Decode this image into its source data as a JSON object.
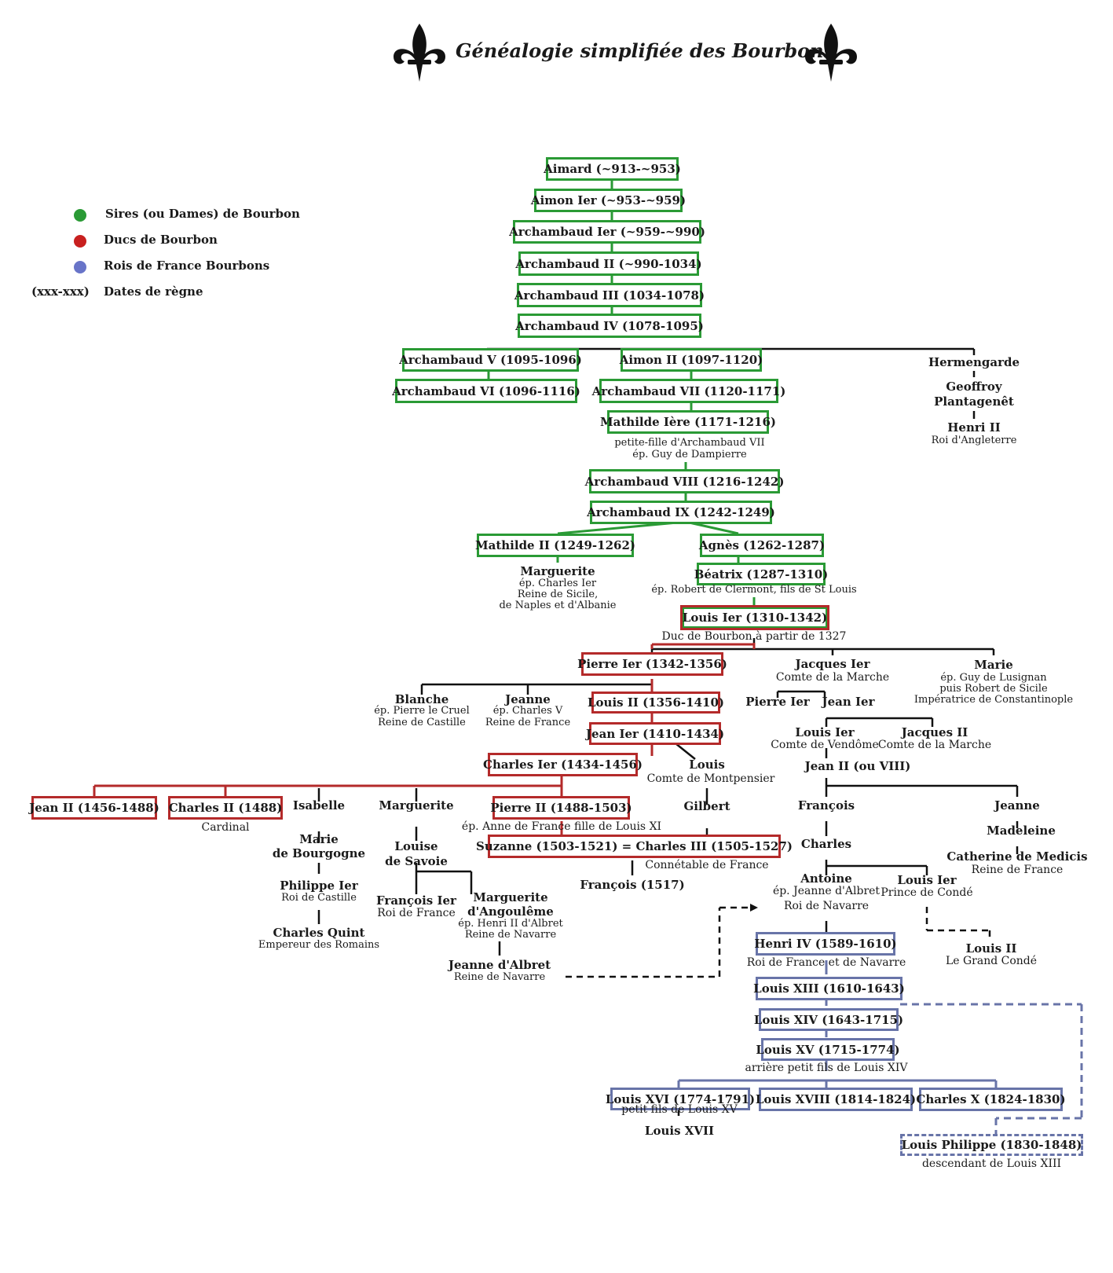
{
  "title": "Généalogie simplifiée des Bourbons",
  "colors": {
    "sires": "#2a9a35",
    "ducs": "#b42a2a",
    "rois": "#6874a8",
    "line": "#111111"
  },
  "legend": {
    "sires": "Sires (ou Dames) de Bourbon",
    "ducs": "Ducs de Bourbon",
    "rois": "Rois de France Bourbons",
    "dates_symbol": "(xxx-xxx)",
    "dates": "Dates de règne"
  },
  "sires": {
    "aimard": "Aimard (~913-~953)",
    "aimon1": "Aimon Ier (~953-~959)",
    "arch1": "Archambaud Ier (~959-~990)",
    "arch2": "Archambaud II (~990-1034)",
    "arch3": "Archambaud III (1034-1078)",
    "arch4": "Archambaud IV (1078-1095)",
    "arch5": "Archambaud V (1095-1096)",
    "aimon2": "Aimon II (1097-1120)",
    "arch6": "Archambaud VI (1096-1116)",
    "arch7": "Archambaud VII (1120-1171)",
    "mathilde1": "Mathilde Ière (1171-1216)",
    "mathilde1_note1": "petite-fille d'Archambaud VII",
    "mathilde1_note2": "ép. Guy de Dampierre",
    "arch8": "Archambaud VIII (1216-1242)",
    "arch9": "Archambaud IX (1242-1249)",
    "mathilde2": "Mathilde II (1249-1262)",
    "agnes": "Agnès (1262-1287)",
    "beatrix": "Béatrix (1287-1310)",
    "beatrix_note": "ép. Robert de Clermont, fils de St Louis"
  },
  "side": {
    "hermengarde": "Hermengarde",
    "geoffroy1": "Geoffroy",
    "geoffroy2": "Plantagenêt",
    "henri2": "Henri II",
    "henri2_note": "Roi d'Angleterre",
    "marguerite": "Marguerite",
    "marguerite_n1": "ép. Charles Ier",
    "marguerite_n2": "Reine de Sicile,",
    "marguerite_n3": "de Naples et d'Albanie"
  },
  "ducs": {
    "louis1": "Louis Ier (1310-1342)",
    "louis1_note": "Duc de Bourbon à partir de 1327",
    "pierre1": "Pierre Ier (1342-1356)",
    "louis2": "Louis II (1356-1410)",
    "jean1": "Jean Ier (1410-1434)",
    "charles1": "Charles Ier (1434-1456)",
    "jean2": "Jean II (1456-1488)",
    "charles2": "Charles II (1488)",
    "charles2_note": "Cardinal",
    "pierre2": "Pierre II (1488-1503)",
    "pierre2_note": "ép. Anne de France fille de Louis XI",
    "suzanne": "Suzanne (1503-1521) =  Charles III (1505-1527)",
    "connetable": "Connétable de France",
    "francois1517": "François (1517)"
  },
  "others": {
    "blanche": "Blanche",
    "blanche_n1": "ép. Pierre le Cruel",
    "blanche_n2": "Reine de Castille",
    "jeanne": "Jeanne",
    "jeanne_n1": "ép. Charles V",
    "jeanne_n2": "Reine de France",
    "jacques1": "Jacques Ier",
    "jacques1_note": "Comte de la Marche",
    "marie": "Marie",
    "marie_n1": "ép. Guy de Lusignan",
    "marie_n2": "puis Robert de Sicile",
    "marie_n3": "Impératrice de Constantinople",
    "pierre1b": "Pierre Ier",
    "jean1b": "Jean Ier",
    "louis1b": "Louis Ier",
    "louis1b_note": "Comte de Vendôme",
    "jacques2": "Jacques II",
    "jacques2_note": "Comte de la Marche",
    "jean2b": "Jean II (ou VIII)",
    "francois": "François",
    "jeanne2": "Jeanne",
    "charles": "Charles",
    "madeleine": "Madeleine",
    "catherine": "Catherine de Medicis",
    "catherine_note": "Reine de France",
    "antoine": "Antoine",
    "antoine_n1": "ép. Jeanne d'Albret",
    "antoine_n2": "Roi de Navarre",
    "louis1c": "Louis Ier",
    "louis1c_note": "Prince de Condé",
    "louis2c": "Louis II",
    "louis2c_note": "Le Grand Condé",
    "louis_montp": "Louis",
    "louis_montp_note": "Comte de Montpensier",
    "gilbert": "Gilbert",
    "isabelle": "Isabelle",
    "marie_b1": "Marie",
    "marie_b2": "de Bourgogne",
    "philippe": "Philippe Ier",
    "philippe_note": "Roi de Castille",
    "charles_quint": "Charles Quint",
    "charles_quint_note": "Empereur des Romains",
    "marguerite2": "Marguerite",
    "louise1": "Louise",
    "louise2": "de Savoie",
    "francois1": "François Ier",
    "francois1_note": "Roi de France",
    "marg_ang1": "Marguerite",
    "marg_ang2": "d'Angoulême",
    "marg_ang_n1": "ép. Henri II d'Albret",
    "marg_ang_n2": "Reine de Navarre",
    "jeanne_albret": "Jeanne d'Albret",
    "jeanne_albret_note": "Reine de Navarre"
  },
  "rois": {
    "henri4": "Henri IV (1589-1610)",
    "henri4_note": "Roi de France et de Navarre",
    "louis13": "Louis XIII (1610-1643)",
    "louis14": "Louis XIV (1643-1715)",
    "louis15": "Louis XV (1715-1774)",
    "louis15_note": "arrière petit fils de Louis XIV",
    "louis16": "Louis XVI (1774-1791)",
    "louis16_note": "petit fils de Louis XV",
    "louis17": "Louis XVII",
    "louis18": "Louis XVIII (1814-1824)",
    "charles10": "Charles X (1824-1830)",
    "louisphilippe": "Louis Philippe (1830-1848)",
    "louisphilippe_note": "descendant de Louis XIII"
  }
}
